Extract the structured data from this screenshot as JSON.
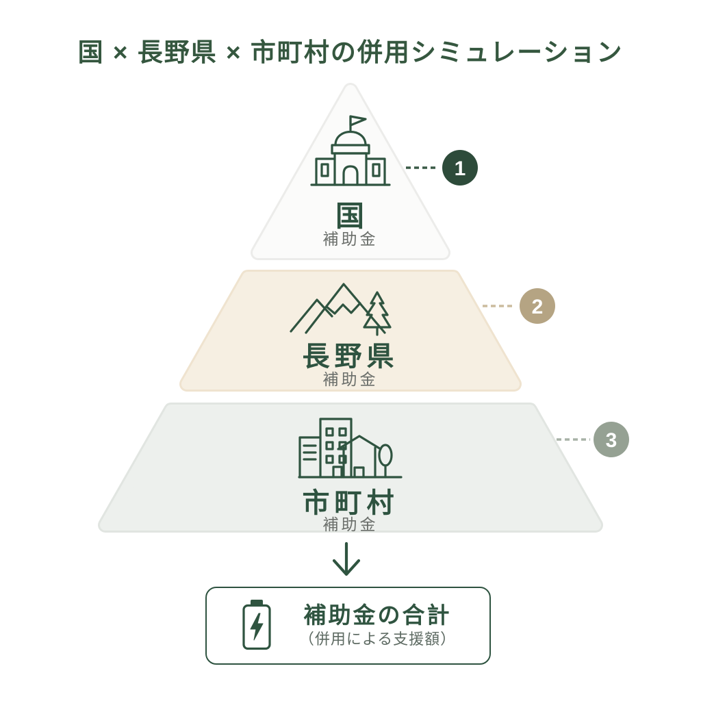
{
  "title": "国 × 長野県 × 市町村の併用シミュレーション",
  "pyramid": {
    "levels": [
      {
        "label": "国",
        "sublabel": "補助金",
        "badge": "1",
        "icon": "government-building-icon",
        "fill": "#fbfbfa",
        "border": "#ececea",
        "badge_color": "#2d4b3a",
        "dash_color": "#3a5a46"
      },
      {
        "label": "長野県",
        "sublabel": "補助金",
        "badge": "2",
        "icon": "mountain-tree-icon",
        "fill": "#f6efe2",
        "border": "#efe3cf",
        "badge_color": "#b5a483",
        "dash_color": "#cbbc9e"
      },
      {
        "label": "市町村",
        "sublabel": "補助金",
        "badge": "3",
        "icon": "city-buildings-icon",
        "fill": "#edf0ed",
        "border": "#e1e5e1",
        "badge_color": "#95a193",
        "dash_color": "#a8b2a7"
      }
    ]
  },
  "arrow": {
    "icon": "down-arrow-icon"
  },
  "total_box": {
    "label": "補助金の合計",
    "sublabel": "（併用による支援額）",
    "icon": "battery-charge-icon"
  },
  "colors": {
    "background": "#ffffff",
    "title_text": "#35573f",
    "level_label_text": "#2e5340",
    "muted_text": "#6a6e6a",
    "icon_stroke": "#2f5440",
    "total_border": "#2e5340"
  }
}
